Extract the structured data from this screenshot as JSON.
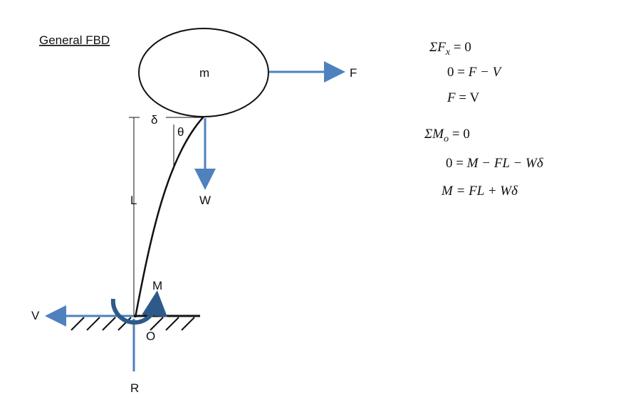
{
  "title": "General FBD",
  "labels": {
    "mass": "m",
    "force_f": "F",
    "delta": "δ",
    "theta": "θ",
    "length": "L",
    "weight": "W",
    "moment": "M",
    "shear": "V",
    "origin": "O",
    "reaction": "R"
  },
  "equations": {
    "eq1": {
      "lhs": "ΣF",
      "sub": "x",
      "rhs": " = 0"
    },
    "eq2": {
      "lhs": "0 = ",
      "rhs": "F − V"
    },
    "eq3": {
      "lhs": "F",
      "rhs": " = V"
    },
    "eq4": {
      "lhs": "ΣM",
      "sub": "o",
      "rhs": " = 0"
    },
    "eq5": {
      "lhs": "0 = ",
      "rhs": "M − FL − Wδ"
    },
    "eq6": {
      "lhs": "M",
      "rhs": " = FL + Wδ"
    }
  },
  "colors": {
    "arrow": "#4f81bd",
    "moment_arrow": "#2e5a8a",
    "line": "#111111"
  }
}
